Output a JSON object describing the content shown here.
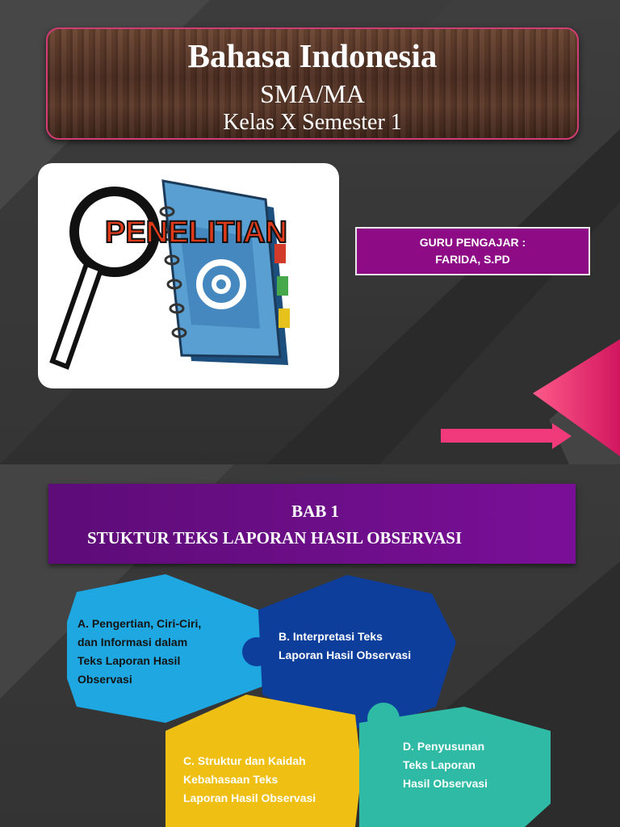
{
  "slide1": {
    "title": "Bahasa Indonesia",
    "subtitle": "SMA/MA",
    "class_line": "Kelas X Semester 1",
    "image_label": "PENELITIAN",
    "teacher_line1": "GURU PENGAJAR :",
    "teacher_line2": "FARIDA, S.PD"
  },
  "slide2": {
    "bab_number": "BAB 1",
    "bab_title": "STUKTUR TEKS LAPORAN HASIL OBSERVASI",
    "pieces": [
      {
        "lines": [
          "A. Pengertian, Ciri-Ciri,",
          "dan Informasi dalam",
          "Teks Laporan Hasil",
          "Observasi"
        ],
        "color": "#1ea7e1"
      },
      {
        "lines": [
          "B. Interpretasi Teks",
          "Laporan Hasil Observasi"
        ],
        "color": "#0d3e9c"
      },
      {
        "lines": [
          "C. Struktur dan Kaidah",
          "Kebahasaan Teks",
          "Laporan Hasil Observasi"
        ],
        "color": "#f0bf13"
      },
      {
        "lines": [
          "D. Penyusunan",
          "Teks Laporan",
          "Hasil Observasi"
        ],
        "color": "#2ebaa5"
      }
    ]
  },
  "colors": {
    "plaque_border": "#d23c74",
    "teacher_box": "#8e0b86",
    "bab_banner": "#6a0d88",
    "accent_pink": "#e01f70"
  }
}
